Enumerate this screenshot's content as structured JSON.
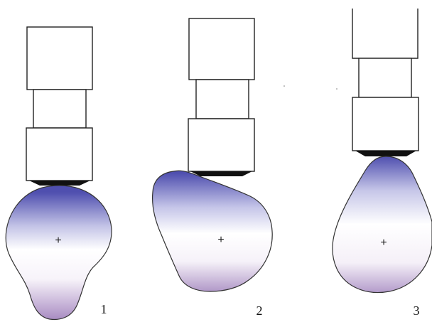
{
  "figure": {
    "panels": [
      {
        "label": "1",
        "center_mark": "+"
      },
      {
        "label": "2",
        "center_mark": "+"
      },
      {
        "label": "3",
        "center_mark": "+"
      }
    ]
  },
  "colors": {
    "blob_top": "#4f4faf",
    "blob_middle": "#ffffff",
    "blob_bottom": "#a98cc2",
    "outline": "#333333",
    "contact": "#111111"
  }
}
